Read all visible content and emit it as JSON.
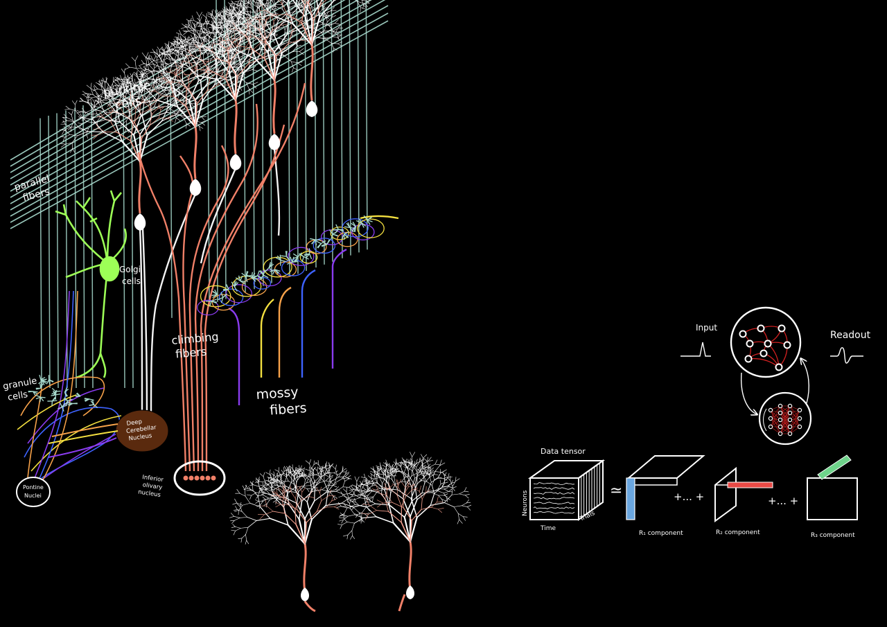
{
  "colors": {
    "background": "#000000",
    "purkinje_dendrite": "#ffffff",
    "purkinje_axon": "#f4e9e9",
    "parallel_fiber": "#a9dccf",
    "climbing_fiber": "#f08068",
    "golgi": "#9dff57",
    "mossy_purple": "#8a3cf0",
    "mossy_yellow": "#f4e040",
    "mossy_orange": "#f7a24a",
    "mossy_blue": "#3e63ff",
    "deep_nucleus_fill": "#5a2a0e",
    "rnn_edge": "#d22020",
    "tensor_blue": "#6aa6df",
    "tensor_red": "#e84a46",
    "tensor_green": "#6fd38b"
  },
  "labels": {
    "purkinje": [
      "purkinje",
      "cells"
    ],
    "parallel": [
      "parallel",
      "fibers"
    ],
    "golgi": [
      "Golgi",
      "cells"
    ],
    "granule": [
      "granule",
      "cells"
    ],
    "climbing": [
      "climbing",
      "fibers"
    ],
    "mossy": [
      "mossy",
      "fibers"
    ],
    "deep_nucleus": [
      "Deep",
      "Cerebellar",
      "Nucleus"
    ],
    "pontine": [
      "Pontine",
      "Nuclei"
    ],
    "inferior_olive": [
      "Inferior",
      "olivary",
      "nucleus"
    ]
  },
  "rnn": {
    "input_label": "Input",
    "readout_label": "Readout"
  },
  "tensor": {
    "title": "Data tensor",
    "axis_neurons": "Neurons",
    "axis_time": "Time",
    "axis_trials": "Trials",
    "approx_symbol": "≃",
    "plus_dots": "+... +",
    "components": [
      "R₁ component",
      "R₂ component",
      "R₃ component"
    ]
  }
}
